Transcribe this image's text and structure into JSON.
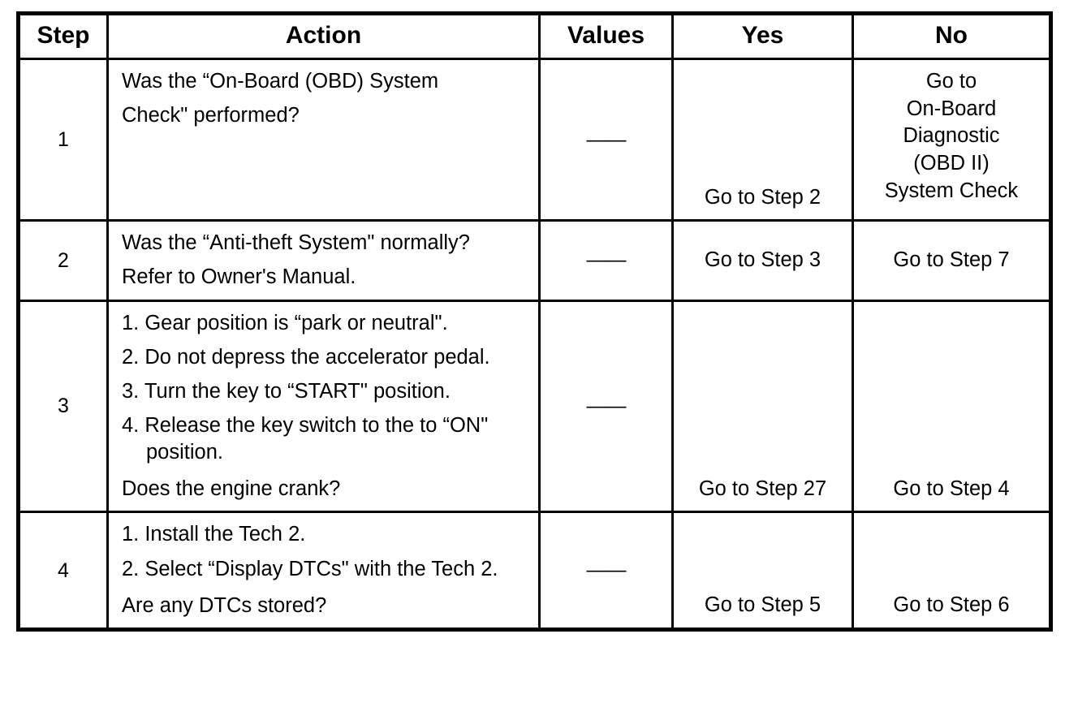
{
  "table": {
    "headers": [
      "Step",
      "Action",
      "Values",
      "Yes",
      "No"
    ],
    "rows": [
      {
        "step": "1",
        "action_lines": [
          "Was the “On-Board (OBD) System",
          "Check\" performed?"
        ],
        "values": "——",
        "yes": "Go to Step 2",
        "no_lines": [
          "Go to",
          "On-Board",
          "Diagnostic",
          "(OBD II)",
          "System Check"
        ]
      },
      {
        "step": "2",
        "action_lines": [
          "Was the “Anti-theft System\" normally?",
          "Refer to Owner's Manual."
        ],
        "values": "——",
        "yes": "Go to Step 3",
        "no": "Go to Step 7"
      },
      {
        "step": "3",
        "action_items": [
          "1. Gear position is “park or neutral\".",
          "2. Do not depress the accelerator pedal.",
          "3. Turn the key to “START\" position.",
          "4. Release the key switch to the to “ON\" position."
        ],
        "action_question": "Does the engine crank?",
        "values": "——",
        "yes": "Go to Step 27",
        "no": "Go to Step 4"
      },
      {
        "step": "4",
        "action_items": [
          "1. Install the Tech 2.",
          "2. Select “Display DTCs\" with the Tech 2."
        ],
        "action_question": "Are any DTCs stored?",
        "values": "——",
        "yes": "Go to Step 5",
        "no": "Go to Step 6"
      }
    ]
  },
  "colors": {
    "border": "#000000",
    "background": "#ffffff",
    "text": "#000000"
  }
}
